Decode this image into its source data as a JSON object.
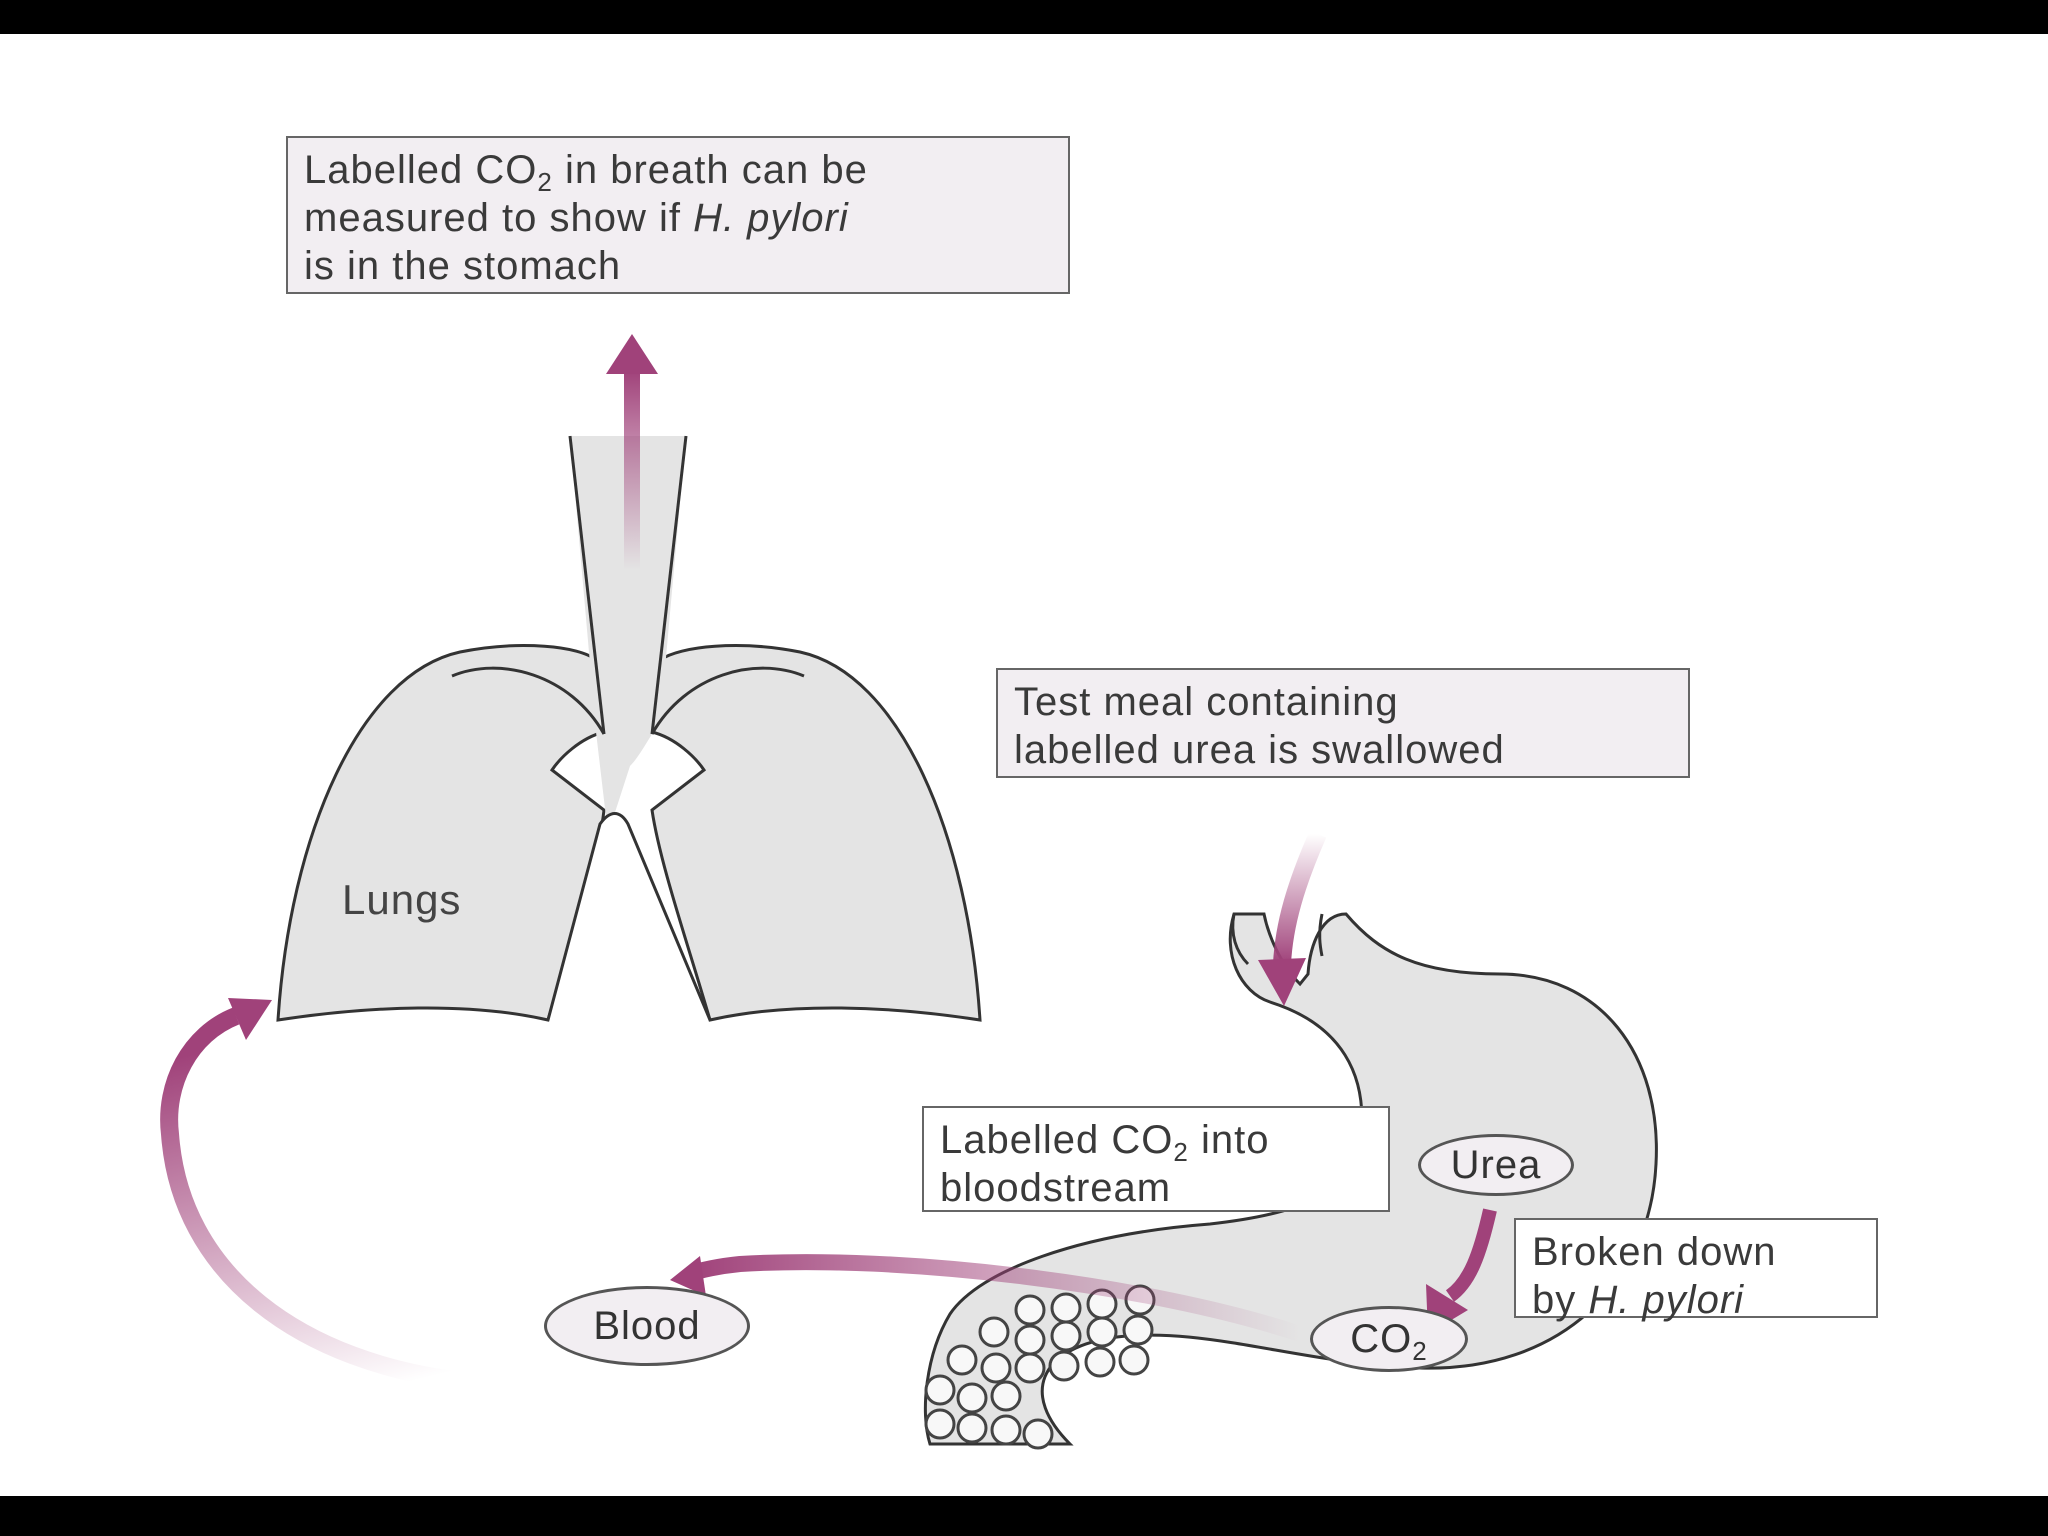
{
  "labels": {
    "breath_line1_pre": "Labelled CO",
    "breath_line1_sub": "2",
    "breath_line1_post": " in breath can be",
    "breath_line2_pre": "measured to show if ",
    "breath_line2_italic": "H. pylori",
    "breath_line3": "is in the stomach",
    "meal_line1": "Test meal containing",
    "meal_line2": "labelled urea is swallowed",
    "blood_line1_pre": "Labelled CO",
    "blood_line1_sub": "2",
    "blood_line1_post": " into",
    "blood_line2": "bloodstream",
    "broken_line1": "Broken down",
    "broken_line2_pre": "by ",
    "broken_line2_italic": "H. pylori",
    "lungs": "Lungs",
    "urea": "Urea",
    "co2_main": "CO",
    "co2_sub": "2",
    "blood": "Blood"
  },
  "colors": {
    "arrow": "#a0427a",
    "organ_fill": "#e4e4e4",
    "organ_stroke": "#333333",
    "box_fill": "#f2eef2"
  }
}
